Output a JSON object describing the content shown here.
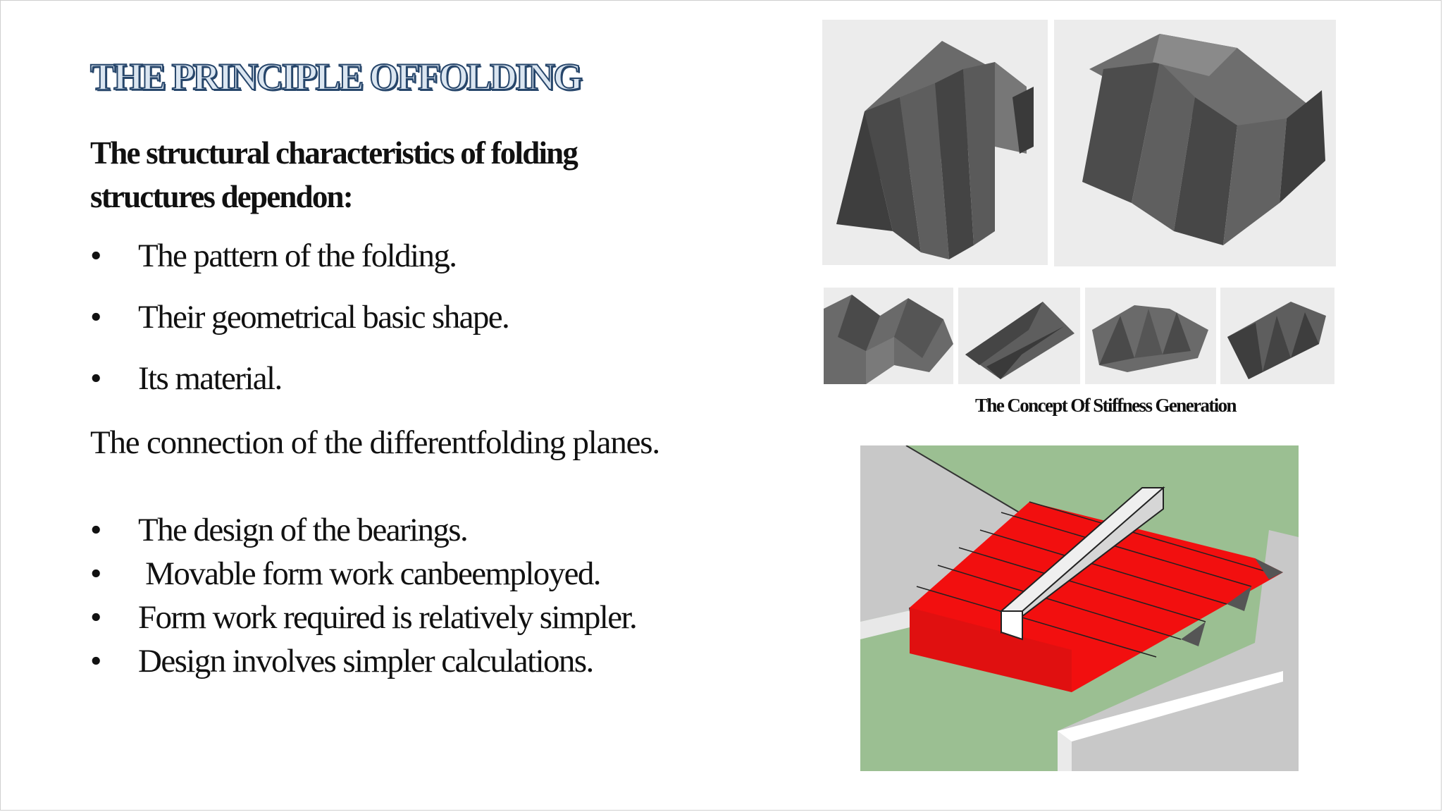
{
  "slide": {
    "title": "THE PRINCIPLE OFFOLDING",
    "intro": "The structural characteristics of folding structures dependon:",
    "bullets_group1": [
      "The pattern of the folding.",
      "Their geometrical basic shape.",
      "Its material."
    ],
    "connection_text": "The connection of the differentfolding planes.",
    "bullets_group2": [
      "The design of the bearings.",
      " Movable form work canbeemployed.",
      "Form work required is relatively simpler.",
      "Design involves simpler calculations."
    ],
    "bullet_symbol": "•"
  },
  "figures": {
    "caption": "The Concept Of  Stiffness Generation",
    "colors": {
      "paper_gray": "#5a5a5a",
      "photo_background": "#ececec",
      "diagram_red": "#f20f0f",
      "diagram_green": "#9bbf92",
      "diagram_gray": "#c8c8c8"
    }
  },
  "colors": {
    "title_fill": "#dbe6f1",
    "title_outline": "#27466b",
    "text": "#111111"
  }
}
